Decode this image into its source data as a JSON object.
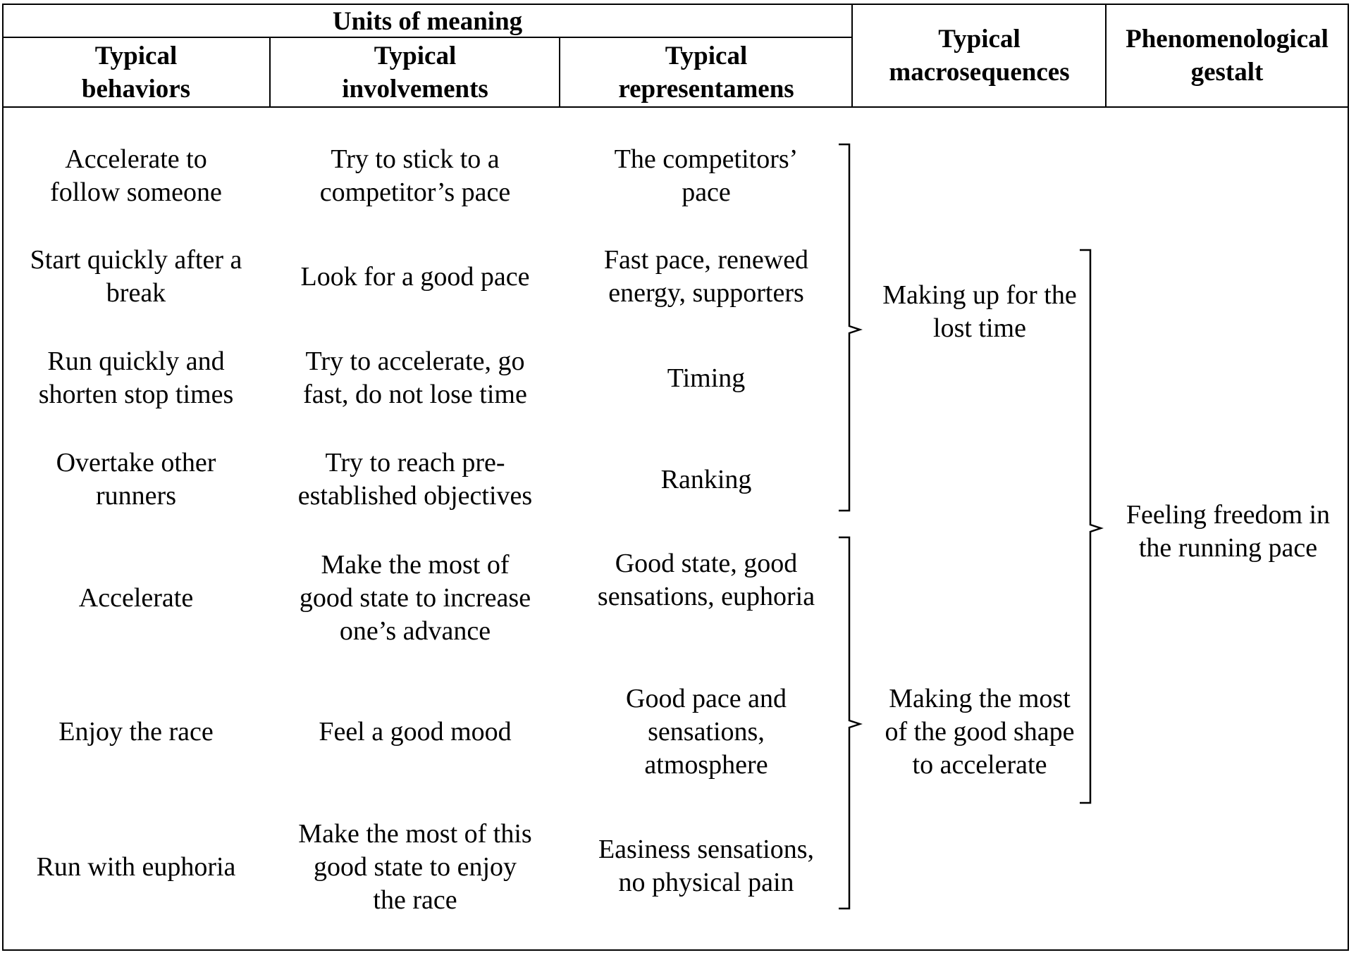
{
  "header": {
    "group_label": "Units of meaning",
    "col_behaviors": "Typical\nbehaviors",
    "col_involvements": "Typical\ninvolvements",
    "col_representamens": "Typical\nrepresentamens",
    "col_macrosequences": "Typical\nmacrosequences",
    "col_gestalt": "Phenomenological\ngestalt"
  },
  "rows": [
    {
      "behavior": "Accelerate to\nfollow someone",
      "involvement": "Try to stick to a\ncompetitor’s pace",
      "representamen": "The competitors’\npace"
    },
    {
      "behavior": "Start quickly after a\nbreak",
      "involvement": "Look for a good pace",
      "representamen": "Fast pace, renewed\nenergy, supporters"
    },
    {
      "behavior": "Run quickly and\nshorten stop times",
      "involvement": "Try to accelerate, go\nfast, do not lose time",
      "representamen": "Timing"
    },
    {
      "behavior": "Overtake other\nrunners",
      "involvement": "Try to reach pre-\nestablished objectives",
      "representamen": "Ranking"
    },
    {
      "behavior": "Accelerate",
      "involvement": "Make the most of\ngood state to increase\none’s advance",
      "representamen": "Good state, good\nsensations, euphoria"
    },
    {
      "behavior": "Enjoy the race",
      "involvement": "Feel a good mood",
      "representamen": "Good pace and\nsensations,\natmosphere"
    },
    {
      "behavior": "Run with euphoria",
      "involvement": "Make the most of this\ngood state to enjoy\nthe race",
      "representamen": "Easiness sensations,\nno physical pain"
    }
  ],
  "macrosequences": [
    {
      "label": "Making up for the\nlost time"
    },
    {
      "label": "Making the most\nof the good shape\nto accelerate"
    }
  ],
  "gestalt": {
    "label": "Feeling freedom in\nthe running pace"
  }
}
